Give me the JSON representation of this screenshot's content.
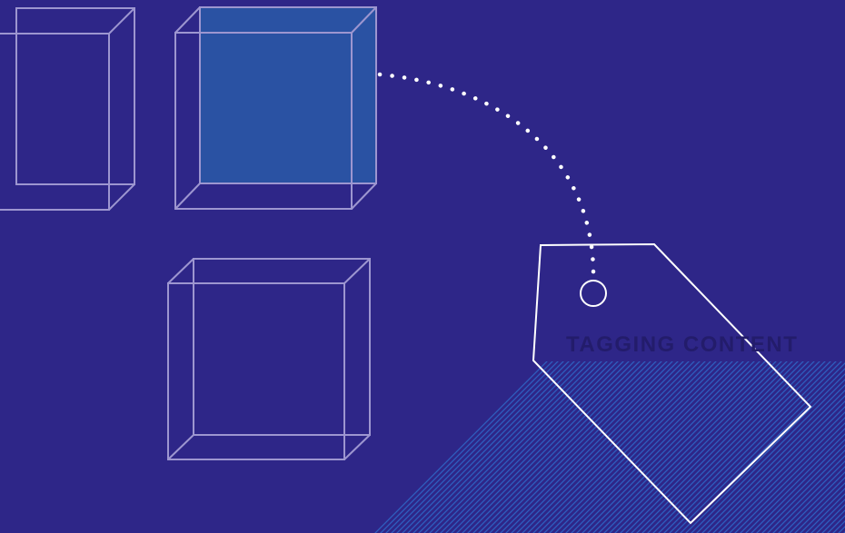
{
  "caption": {
    "text": "TAGGING CONTENT",
    "color": "#231c6b"
  },
  "colors": {
    "background": "#2e2688",
    "cube_stroke": "#9d96d0",
    "highlight_fill": "#2a52a3",
    "tag_stroke": "#ffffff",
    "dots": "#ffffff",
    "hatch": "#2f5fbf"
  },
  "elements": {
    "cubes": [
      "wireframe-cube",
      "highlighted-cube",
      "wireframe-cube"
    ],
    "connector": "dotted-curve",
    "tag": "price-tag-icon"
  }
}
